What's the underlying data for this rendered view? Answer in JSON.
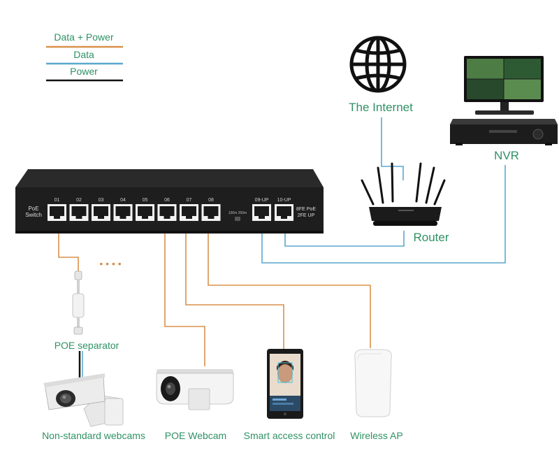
{
  "legend": [
    {
      "label": "Data + Power",
      "color": "#d9914a"
    },
    {
      "label": "Data",
      "color": "#5aa8cf"
    },
    {
      "label": "Power",
      "color": "#111111"
    }
  ],
  "labels": {
    "internet": "The Internet",
    "nvr": "NVR",
    "router": "Router",
    "poe_separator": "POE separator",
    "non_standard_webcams": "Non-standard webcams",
    "poe_webcam": "POE Webcam",
    "smart_access_control": "Smart access control",
    "wireless_ap": "Wireless AP",
    "ellipsis": "• • • •"
  },
  "switch": {
    "brand_line1": "PoE",
    "brand_line2": "Switch",
    "side_line1": "8FE PoE",
    "side_line2": "2FE UP",
    "ports": [
      "01",
      "02",
      "03",
      "04",
      "05",
      "06",
      "07",
      "08"
    ],
    "uplinks": [
      "09-UP",
      "10-UP"
    ],
    "mode_label": "100m 250m"
  },
  "colors": {
    "data_power": "#d9914a",
    "data": "#5aa8cf",
    "power": "#111111",
    "label_green": "#2f9164",
    "device_dark": "#1e1e1e"
  }
}
